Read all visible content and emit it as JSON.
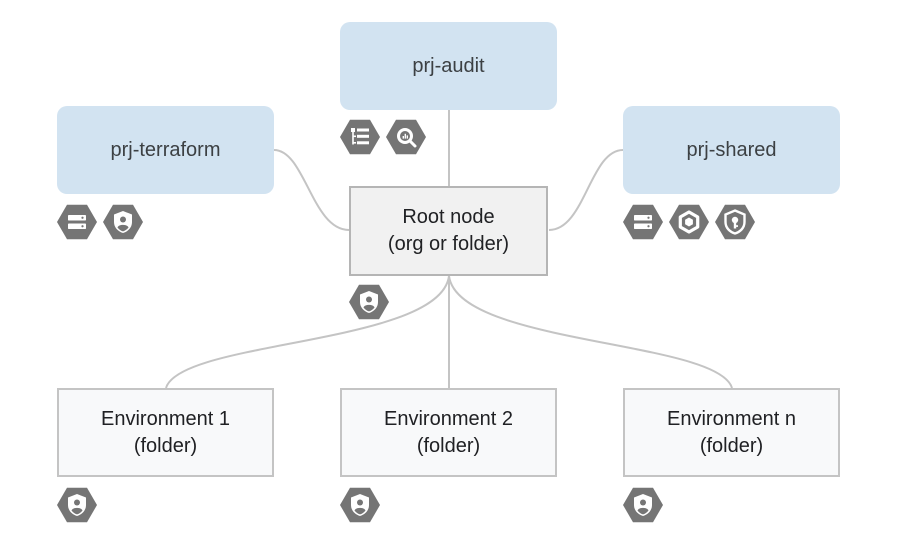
{
  "colors": {
    "project_fill": "#d2e3f1",
    "root_fill": "#f1f1f1",
    "folder_fill": "#f8f9fa",
    "connector": "#c4c4c4",
    "icon_fill": "#757575"
  },
  "nodes": {
    "audit": {
      "label": "prj-audit",
      "icons": [
        "logging-icon",
        "bigquery-icon"
      ]
    },
    "terraform": {
      "label": "prj-terraform",
      "icons": [
        "storage-icon",
        "service-account-icon"
      ]
    },
    "shared": {
      "label": "prj-shared",
      "icons": [
        "storage-icon",
        "cloud-build-icon",
        "secret-manager-icon"
      ]
    },
    "root": {
      "label": "Root node\n(org or folder)",
      "icons": [
        "service-account-icon"
      ]
    },
    "env1": {
      "label": "Environment 1\n(folder)",
      "icons": [
        "service-account-icon"
      ]
    },
    "env2": {
      "label": "Environment 2\n(folder)",
      "icons": [
        "service-account-icon"
      ]
    },
    "envn": {
      "label": "Environment n\n(folder)",
      "icons": [
        "service-account-icon"
      ]
    }
  }
}
